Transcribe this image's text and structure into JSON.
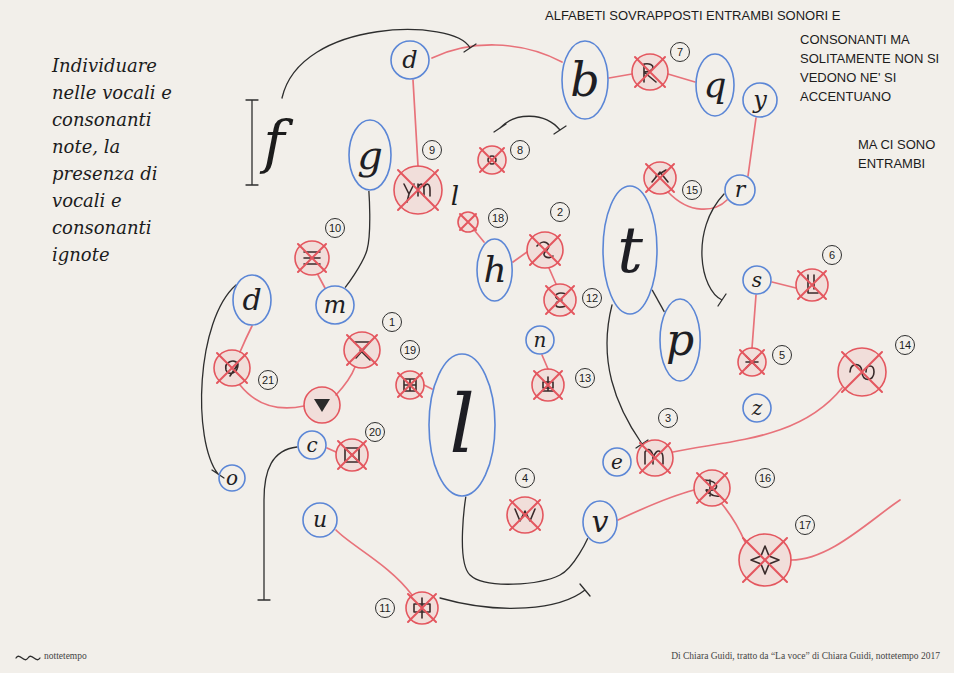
{
  "diagram": {
    "caption": "Di Chiara Guidi, tratto da “La voce” di Chiara Guidi, nottetempo 2017",
    "nodes": [
      {
        "text": [
          "d"
        ]
      },
      {
        "text": [
          "b"
        ]
      },
      {
        "text": [
          "q"
        ]
      },
      {
        "text": [
          "y"
        ]
      },
      {
        "text": [
          "g"
        ]
      },
      {
        "text": [
          "m"
        ]
      },
      {
        "text": [
          "h"
        ]
      },
      {
        "text": [
          "t"
        ]
      },
      {
        "text": [
          "r"
        ]
      },
      {
        "text": [
          "d"
        ]
      },
      {
        "text": [
          "s"
        ]
      },
      {
        "text": [
          "p"
        ]
      },
      {
        "text": [
          "n"
        ]
      },
      {
        "text": [
          "z"
        ]
      },
      {
        "text": [
          "l"
        ]
      },
      {
        "text": [
          "c"
        ]
      },
      {
        "text": [
          "e"
        ]
      },
      {
        "text": [
          "o"
        ]
      },
      {
        "text": [
          "u"
        ]
      },
      {
        "text": [
          "v"
        ]
      }
    ],
    "edges": [
      {
        "from": 7,
        "to": 11,
        "arrow": "none"
      },
      {
        "from": 14,
        "to": 19,
        "arrow": "none"
      },
      {
        "from": 4,
        "to": 5,
        "arrow": "none"
      }
    ],
    "labels": [
      "ALFABETI SOVRAPPOSTI ENTRAMBI SONORI E",
      "CONSONANTI MA SOLITAMENTE NON SI VEDONO NE' SI ACCENTUANO",
      "MA CI SONO ENTRAMBI",
      "Individuare nelle vocali e consonanti note, la presenza di vocali e consonanti ignote",
      "f",
      "l",
      "1",
      "2",
      "3",
      "4",
      "5",
      "6",
      "7",
      "8",
      "9",
      "10",
      "11",
      "12",
      "13",
      "14",
      "15",
      "16",
      "17",
      "18",
      "19",
      "20",
      "21",
      "nottetempo"
    ]
  }
}
